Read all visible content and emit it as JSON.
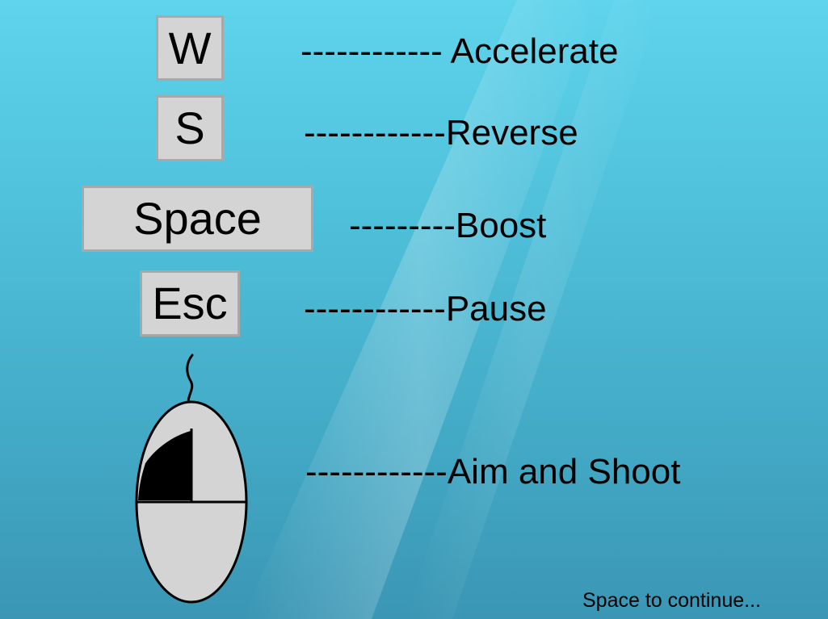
{
  "controls": [
    {
      "key": "W",
      "action": "------------ Accelerate"
    },
    {
      "key": "S",
      "action": "------------Reverse"
    },
    {
      "key": "Space",
      "action": "---------Boost"
    },
    {
      "key": "Esc",
      "action": "------------Pause"
    }
  ],
  "mouse": {
    "icon": "mouse-left-click-icon",
    "action": "------------Aim and Shoot"
  },
  "footer": {
    "prompt": "Space to continue..."
  },
  "colors": {
    "background_top": "#5fd4ec",
    "background_bottom": "#3a96b4",
    "key_fill": "#d4d4d4",
    "key_border": "#a8a8a8",
    "text": "#000000"
  }
}
